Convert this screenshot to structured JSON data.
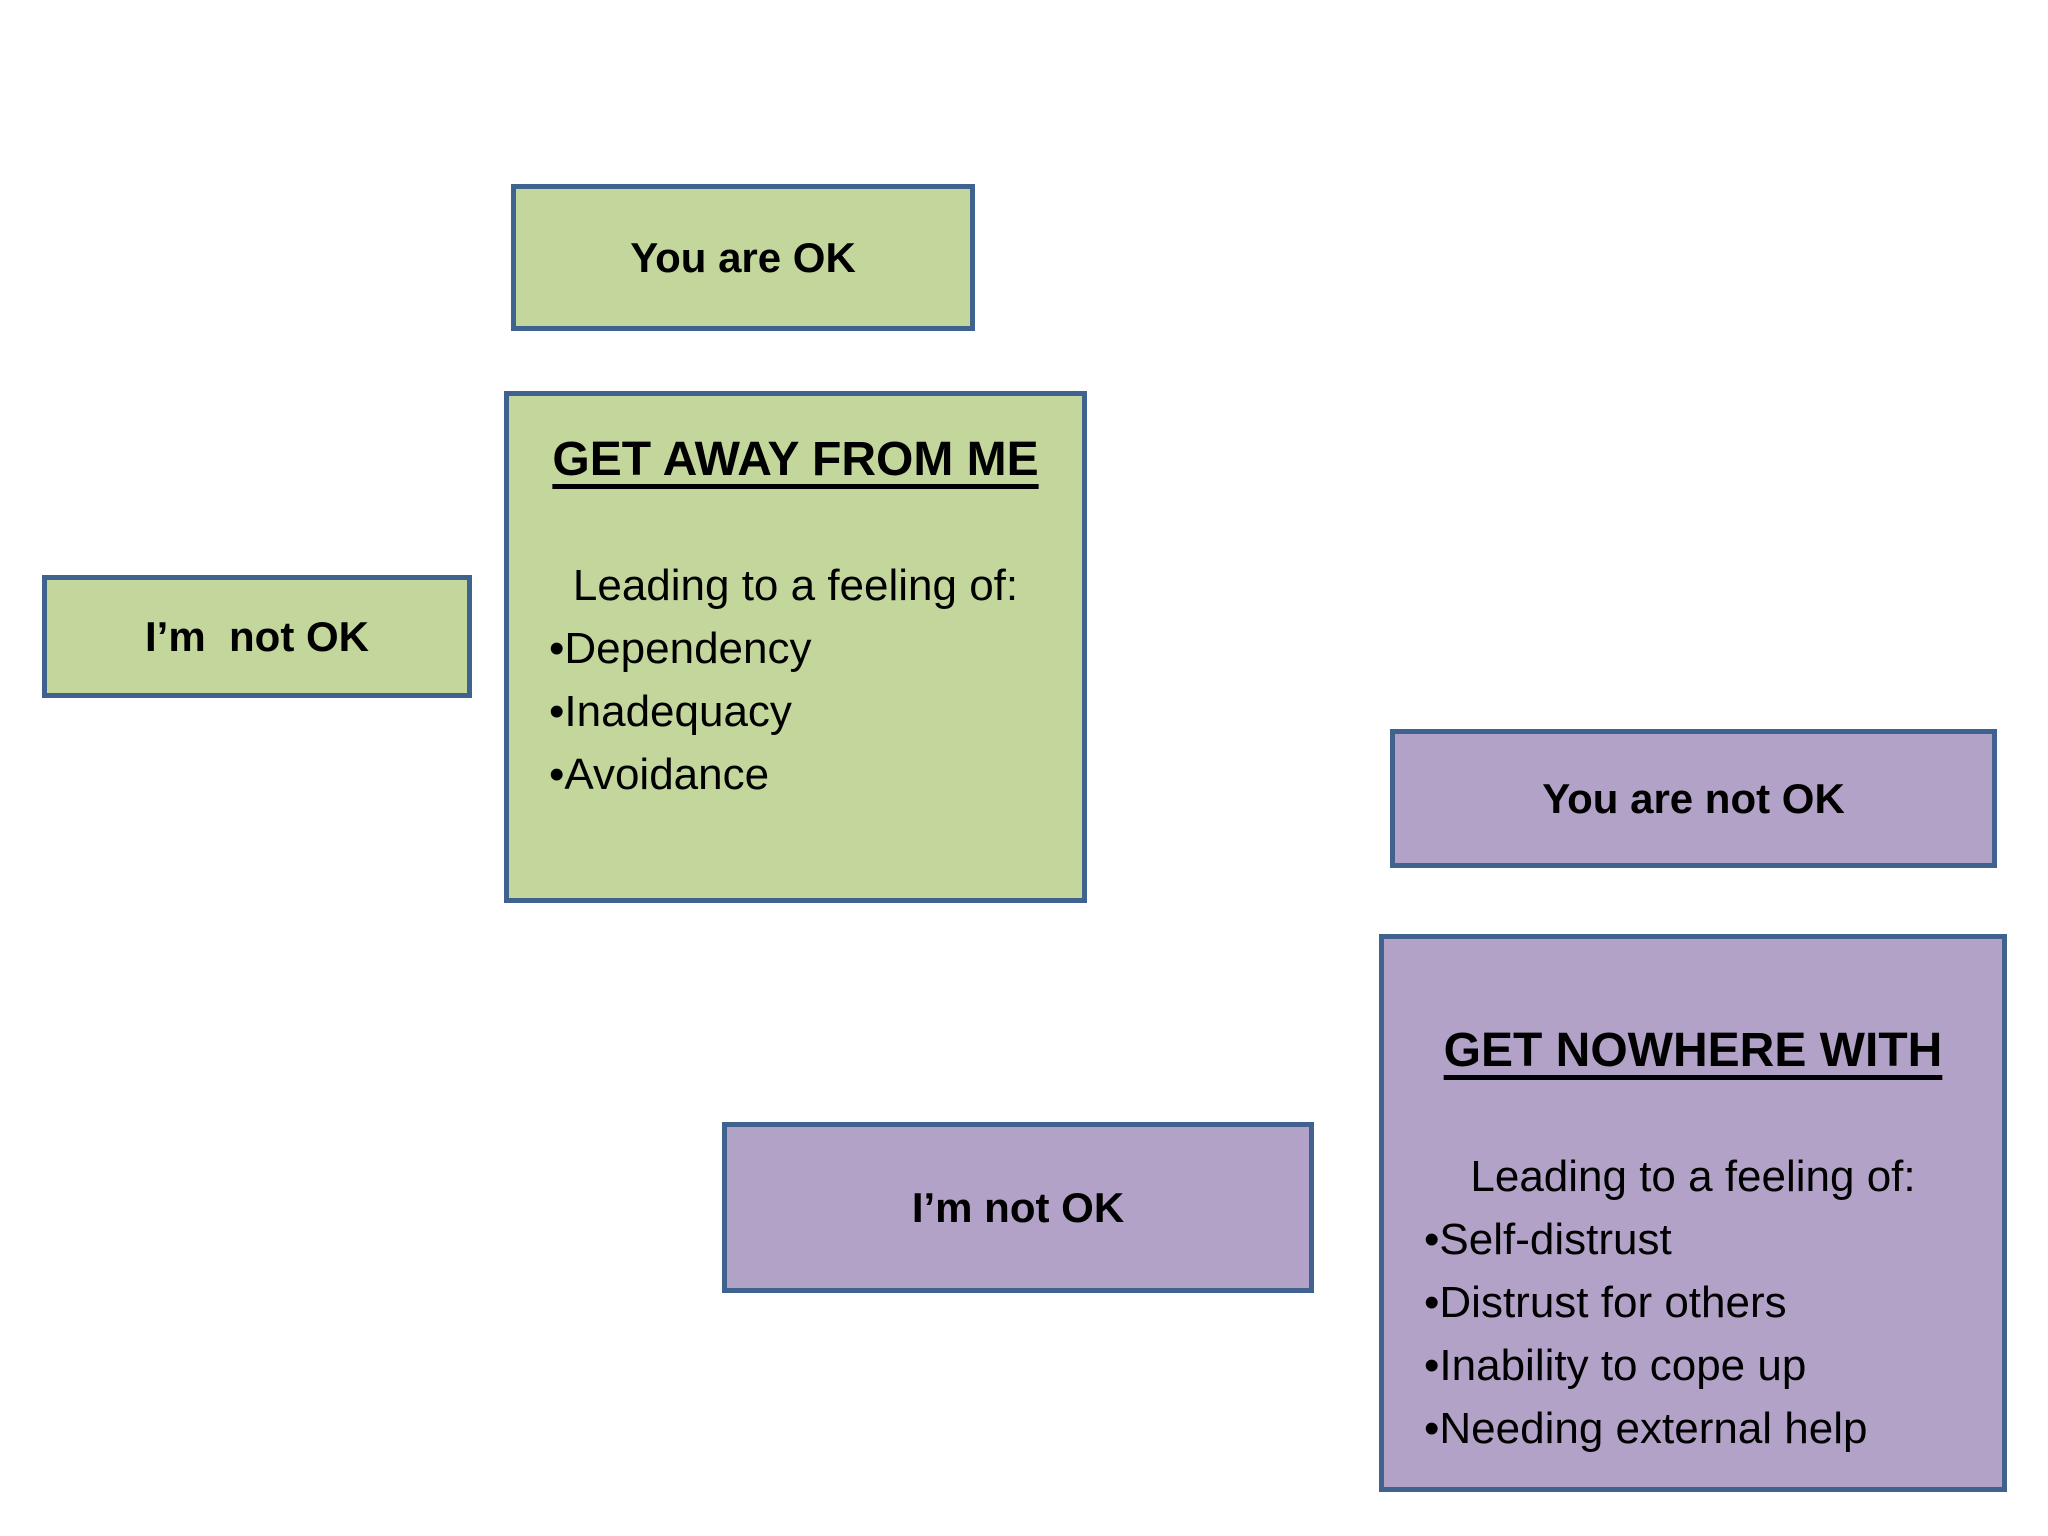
{
  "bullet_char": "•",
  "colors": {
    "green_fill": "#c3d69b",
    "purple_fill": "#b2a2c7",
    "border": "#40628f",
    "text": "#000000",
    "background": "#ffffff"
  },
  "boxes": {
    "you_are_ok": {
      "label": "You are OK"
    },
    "im_not_ok_left": {
      "label": "I’m  not OK"
    },
    "get_away_from_me": {
      "title": "GET AWAY FROM ME",
      "lead": "Leading to a feeling of:",
      "bullets": [
        "Dependency",
        "Inadequacy",
        "Avoidance"
      ]
    },
    "you_are_not_ok": {
      "label": "You are not OK"
    },
    "get_nowhere_with": {
      "title": "GET NOWHERE WITH",
      "lead": "Leading to a feeling of:",
      "bullets": [
        "Self-distrust",
        "Distrust for others",
        "Inability to cope up",
        "Needing external help"
      ]
    },
    "im_not_ok_middle": {
      "label": "I’m not OK"
    }
  }
}
